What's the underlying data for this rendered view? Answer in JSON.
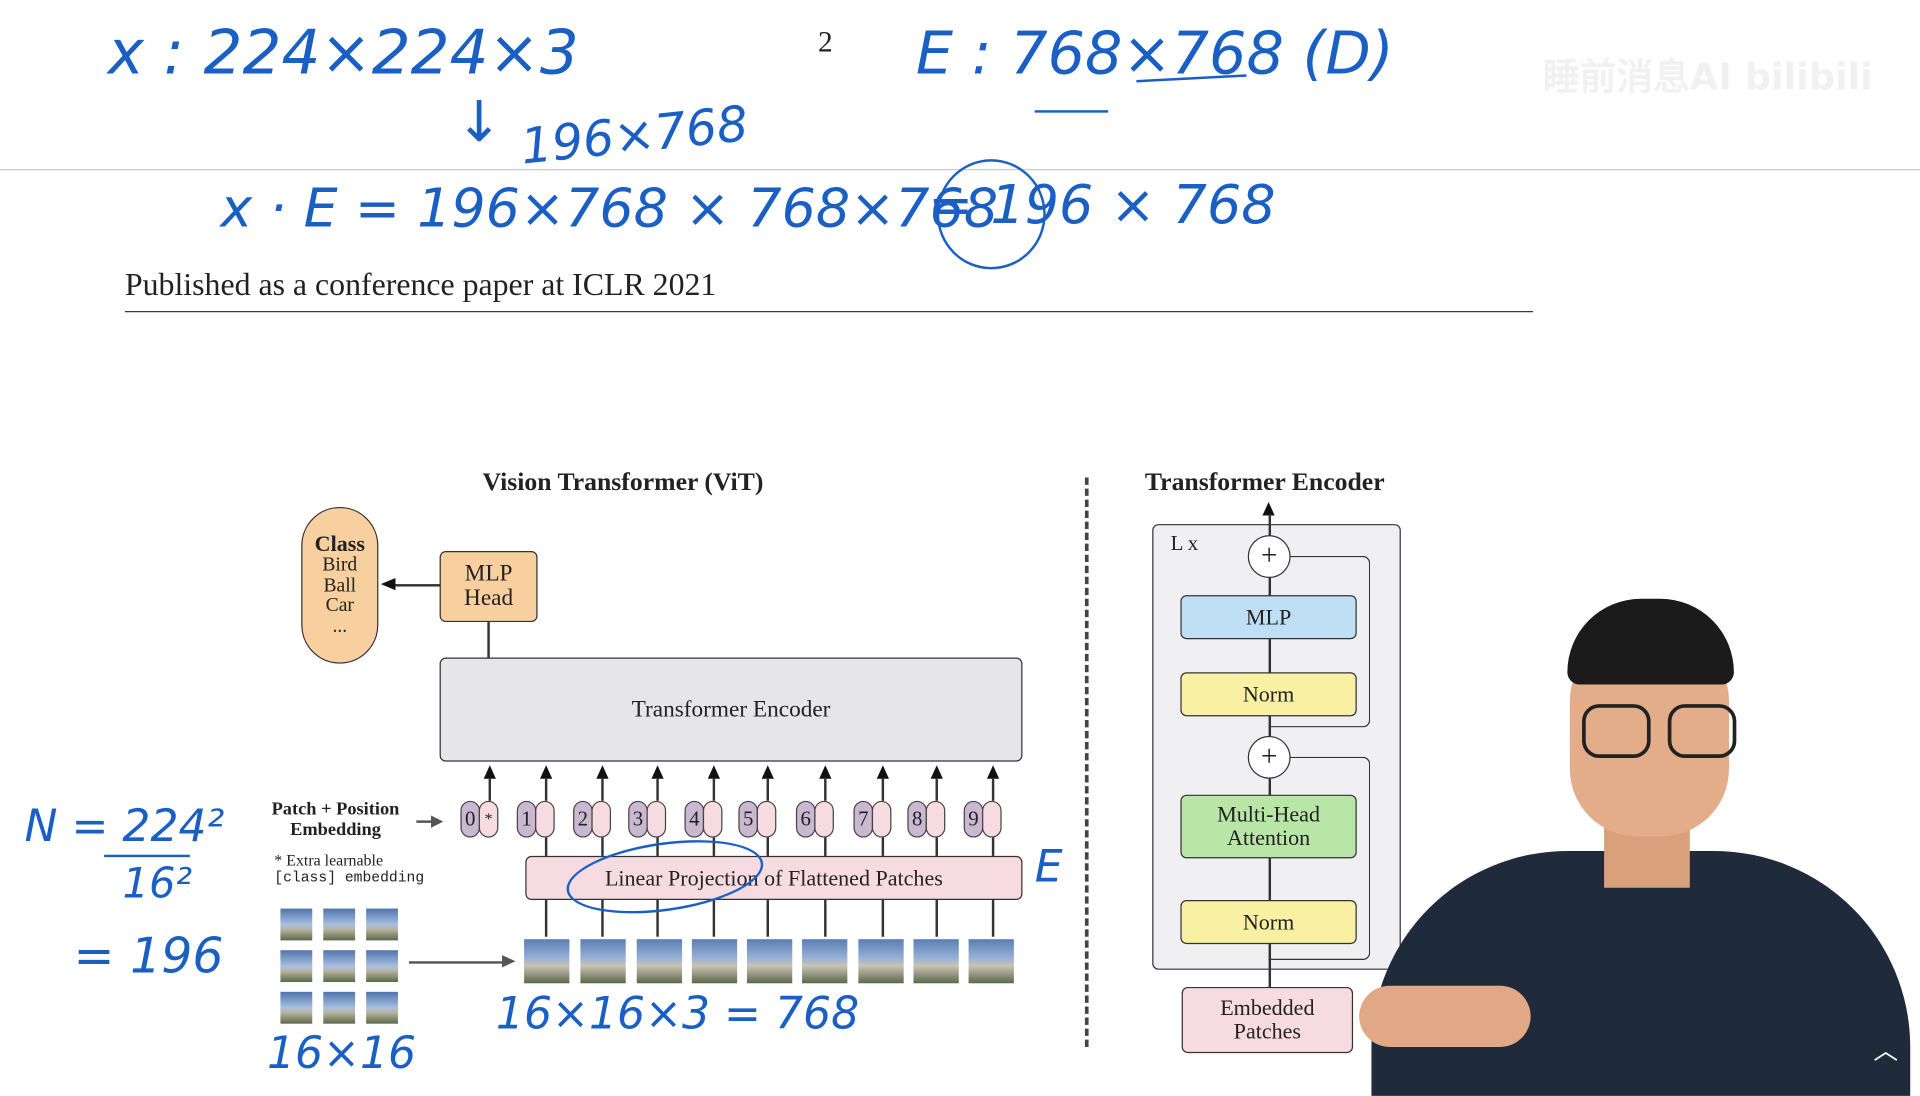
{
  "page_number": "2",
  "watermark": "睡前消息AI bilibili",
  "paper_header": "Published as a conference paper at ICLR 2021",
  "handwriting": {
    "x_dims": "x : 224×224×3",
    "arrow_down": "↓",
    "patches_dims": "196×768",
    "e_dims": "E : 768×768 (D)",
    "xe_product": "x · E = 196×768 × 768×768",
    "result": "= 196 × 768",
    "n_formula_top": "N = 224²",
    "n_formula_bottom": "16²",
    "n_result": "= 196",
    "grid_label": "16×16",
    "patch_size": "16×16×3 = 768",
    "e_label": "E"
  },
  "vit": {
    "title": "Vision Transformer (ViT)",
    "class_box": {
      "title": "Class",
      "items": [
        "Bird",
        "Ball",
        "Car",
        "..."
      ]
    },
    "mlp_head": "MLP Head",
    "encoder": "Transformer Encoder",
    "embedding_label": "Patch + Position Embedding",
    "extra_note": "* Extra learnable",
    "extra_note2": "[class] embedding",
    "linear_projection": "Linear Projection of Flattened Patches",
    "tokens": [
      "0",
      "1",
      "2",
      "3",
      "4",
      "5",
      "6",
      "7",
      "8",
      "9"
    ],
    "class_token_mark": "*"
  },
  "encoder_detail": {
    "title": "Transformer Encoder",
    "repeat": "L x",
    "plus": "+",
    "mlp": "MLP",
    "norm": "Norm",
    "attention": "Multi-Head Attention",
    "embedded": "Embedded Patches"
  },
  "colors": {
    "ink": "#1a5fc4",
    "orange": "#f8cf9f",
    "pink": "#f7dbe2",
    "blue": "#bfe0f4",
    "yellow": "#f8f0a2",
    "green": "#b8e6a6",
    "gray": "#e6e6e8"
  }
}
